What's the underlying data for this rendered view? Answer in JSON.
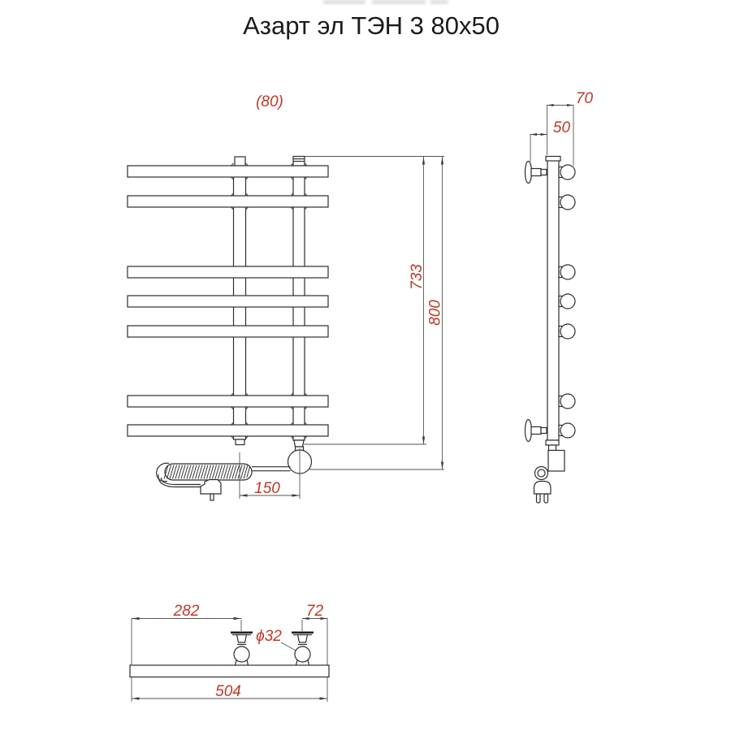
{
  "title": "Азарт эл ТЭН 3 80x50",
  "colors": {
    "background": "#ffffff",
    "object_line": "#2d2d2d",
    "dimension_line": "#555555",
    "dimension_text": "#bb3a26"
  },
  "front_view": {
    "label_width_top": "(80)",
    "dim_height_to_top_rail": "733",
    "dim_height_overall": "800",
    "dim_heater_offset": "150",
    "rung_count": 7
  },
  "side_view": {
    "dim_depth_from_wall": "70",
    "dim_wall_clearance": "50",
    "rung_count": 7,
    "bracket_count": 2
  },
  "bottom_view": {
    "dim_bracket_spacing": "282",
    "dim_bracket_to_edge": "72",
    "dim_overall_width": "504",
    "label_tube_diameter": "ϕ32"
  }
}
